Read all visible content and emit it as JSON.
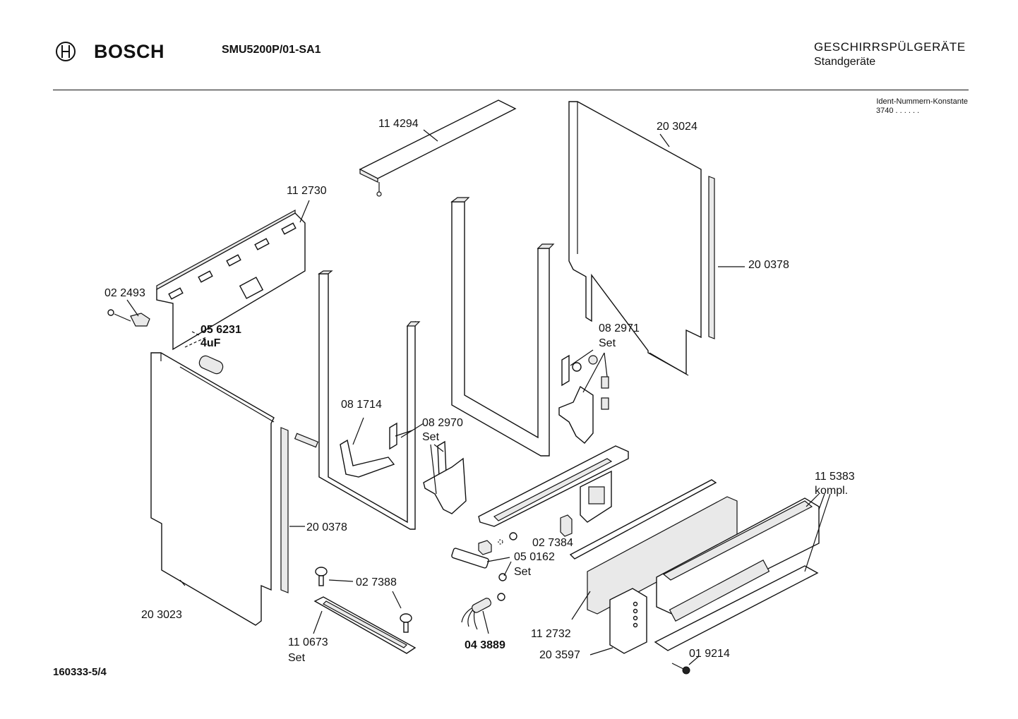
{
  "header": {
    "brand": "BOSCH",
    "model": "SMU5200P/01-SA1",
    "category": "GESCHIRRSPÜLGERÄTE",
    "subcategory": "Standgeräte",
    "ident_label": "Ident-Nummern-Konstante",
    "ident_value": "3740  . .   . . . ."
  },
  "footer": {
    "document_number": "160333-5/4"
  },
  "parts": {
    "p114294": {
      "number": "11 4294"
    },
    "p203024": {
      "number": "20 3024"
    },
    "p112730": {
      "number": "11 2730"
    },
    "p200378a": {
      "number": "20 0378"
    },
    "p022493": {
      "number": "02 2493"
    },
    "p056231": {
      "number": "05 6231",
      "note": "4uF"
    },
    "p082971": {
      "number": "08 2971",
      "note": "Set"
    },
    "p081714": {
      "number": "08 1714"
    },
    "p082970": {
      "number": "08 2970",
      "note": "Set"
    },
    "p115383": {
      "number": "11 5383",
      "note": "kompl."
    },
    "p200378b": {
      "number": "20 0378"
    },
    "p027384": {
      "number": "02 7384"
    },
    "p050162": {
      "number": "05 0162",
      "note": "Set"
    },
    "p027388": {
      "number": "02 7388"
    },
    "p203023": {
      "number": "20 3023"
    },
    "p110673": {
      "number": "11 0673",
      "note": "Set"
    },
    "p043889": {
      "number": "04 3889"
    },
    "p112732": {
      "number": "11 2732"
    },
    "p203597": {
      "number": "20 3597"
    },
    "p019214": {
      "number": "01 9214"
    }
  }
}
